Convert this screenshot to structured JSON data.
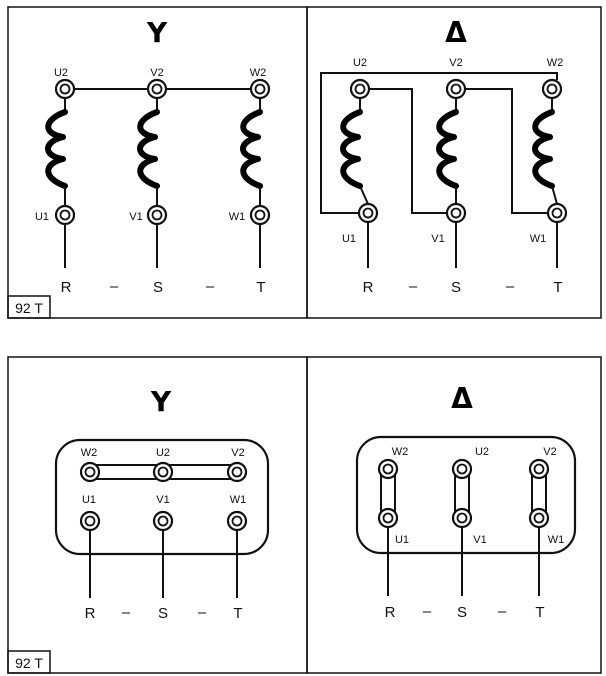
{
  "panels": {
    "top_left": {
      "symbol": "Y",
      "terminals_top": [
        "U2",
        "V2",
        "W2"
      ],
      "terminals_bottom": [
        "U1",
        "V1",
        "W1"
      ],
      "lines": [
        "R",
        "S",
        "T"
      ],
      "separator": "–",
      "tag": "92 T"
    },
    "top_right": {
      "symbol": "Δ",
      "terminals_top": [
        "U2",
        "V2",
        "W2"
      ],
      "terminals_bottom": [
        "U1",
        "V1",
        "W1"
      ],
      "lines": [
        "R",
        "S",
        "T"
      ],
      "separator": "–"
    },
    "bottom_left": {
      "symbol": "Y",
      "terminals_top": [
        "W2",
        "U2",
        "V2"
      ],
      "terminals_bottom": [
        "U1",
        "V1",
        "W1"
      ],
      "lines": [
        "R",
        "S",
        "T"
      ],
      "separator": "–",
      "tag": "92 T"
    },
    "bottom_right": {
      "symbol": "Δ",
      "terminals_top": [
        "W2",
        "U2",
        "V2"
      ],
      "terminals_bottom": [
        "U1",
        "V1",
        "W1"
      ],
      "lines": [
        "R",
        "S",
        "T"
      ],
      "separator": "–"
    }
  }
}
